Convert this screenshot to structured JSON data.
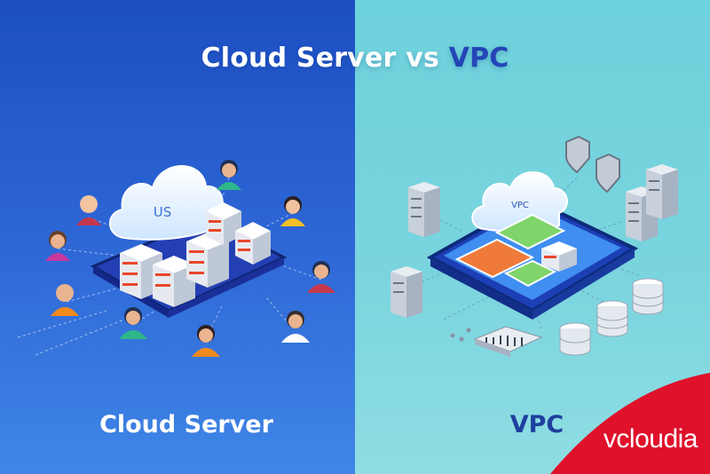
{
  "title": {
    "part1": "Cloud Server",
    "part2": "vs",
    "part3": "VPC"
  },
  "left": {
    "label": "Cloud Server",
    "cloud_text": "US"
  },
  "right": {
    "label": "VPC",
    "cloud_text": "VPC"
  },
  "brand": {
    "name": "vcloudia"
  },
  "colors": {
    "left_bg": "#1d4fc2",
    "right_bg": "#6ed2dc",
    "accent_red": "#e0112b"
  },
  "icons": [
    "cloud-icon",
    "server-rack-icon",
    "user-avatar-icon",
    "shield-icon",
    "database-icon",
    "network-switch-icon"
  ]
}
